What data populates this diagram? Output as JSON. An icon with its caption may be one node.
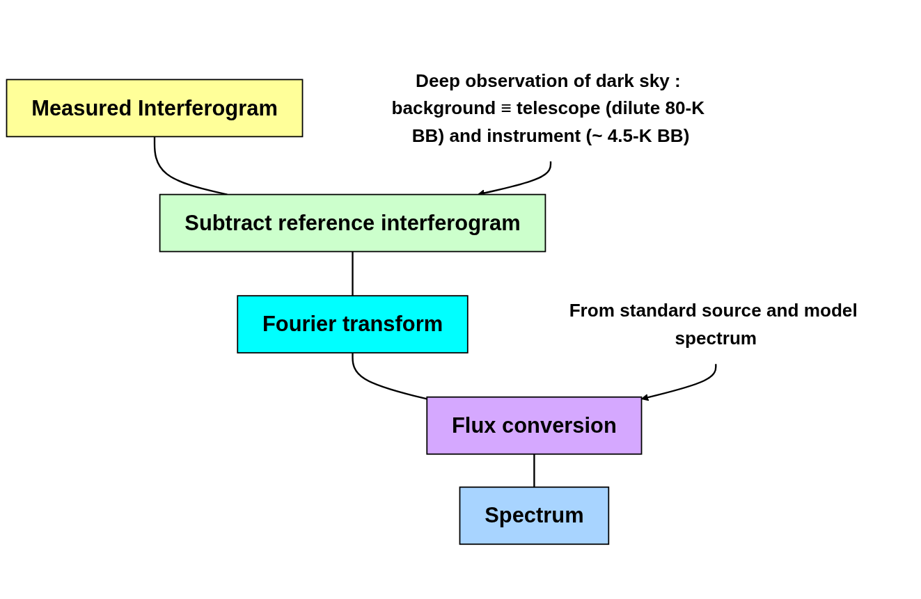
{
  "diagram": {
    "nodes": [
      {
        "text": [
          "Measured Interferogram"
        ]
      },
      {
        "text": [
          "Subtract reference interferogram"
        ]
      },
      {
        "text": [
          "Fourier transform"
        ]
      },
      {
        "text": [
          "Flux conversion"
        ]
      },
      {
        "text": [
          "Spectrum"
        ]
      },
      {
        "text": [
          "Deep observation of dark sky : background ≡ telescope (dilute 80-K BB) and instrument (~ 4.5-K BB)"
        ]
      },
      {
        "text": [
          "From standard source and model spectrum"
        ]
      }
    ],
    "edges": [
      {
        "from": 0,
        "to": 1,
        "arrow": "none"
      },
      {
        "from": 1,
        "to": 2,
        "arrow": "none"
      },
      {
        "from": 2,
        "to": 3,
        "arrow": "none"
      },
      {
        "from": 3,
        "to": 4,
        "arrow": "none"
      },
      {
        "from": 5,
        "to": 1,
        "arrow": "to"
      },
      {
        "from": 6,
        "to": 3,
        "arrow": "to"
      }
    ]
  }
}
